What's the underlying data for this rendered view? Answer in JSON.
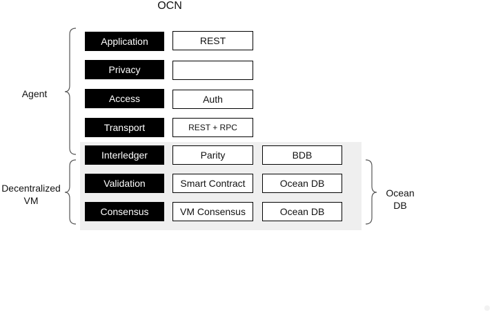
{
  "title": "OCN",
  "layers": [
    {
      "label": "Application"
    },
    {
      "label": "Privacy"
    },
    {
      "label": "Access"
    },
    {
      "label": "Transport"
    },
    {
      "label": "Interledger"
    },
    {
      "label": "Validation"
    },
    {
      "label": "Consensus"
    }
  ],
  "column2": [
    "REST",
    "",
    "Auth",
    "REST + RPC",
    "Parity",
    "Smart Contract",
    "VM Consensus"
  ],
  "column3": [
    "BDB",
    "Ocean DB",
    "Ocean DB"
  ],
  "groups": {
    "agent": "Agent",
    "decentralized_vm": [
      "Decentralized",
      "VM"
    ],
    "ocean_db": [
      "Ocean",
      "DB"
    ]
  },
  "colors": {
    "layer_fill": "#000000",
    "panel_fill": "#efefef",
    "bracket_stroke": "#555555"
  }
}
